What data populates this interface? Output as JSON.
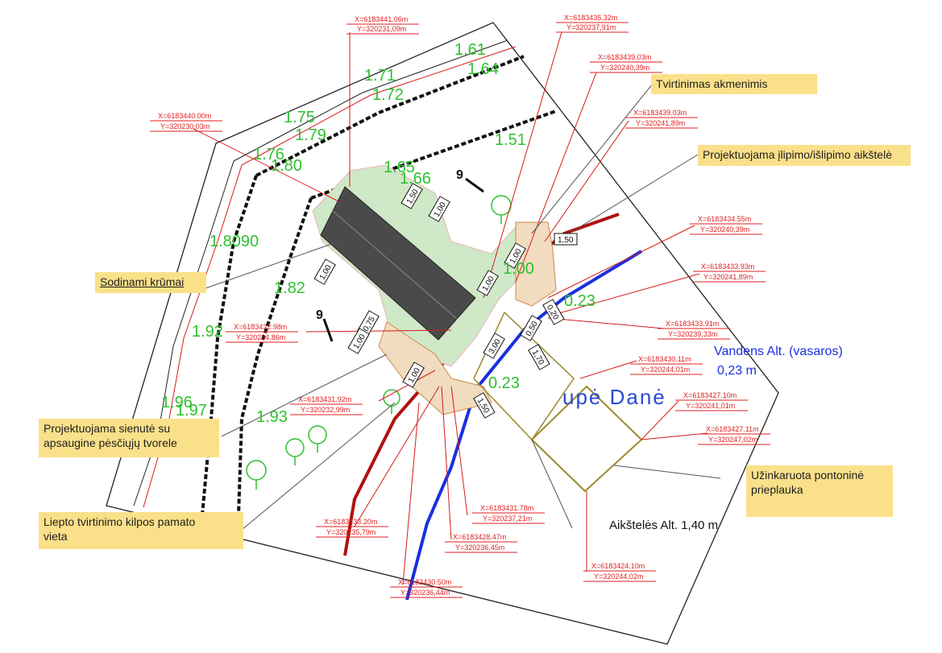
{
  "callouts": {
    "tvirtinimas": "Tvirtinimas akmenimis",
    "aikstele": "Projektuojama įlipimo/išlipimo aikštelė",
    "sodinami": "Sodinami krūmai",
    "sienute_line1": "Projektuojama sienutė su",
    "sienute_line2": "apsaugine pėsčiųjų tvorele",
    "liepto_line1": "Liepto tvirtinimo kilpos pamato",
    "liepto_line2": "vieta",
    "uzinkaruota_line1": "Užinkaruota pontoninė",
    "uzinkaruota_line2": "prieplauka"
  },
  "labels": {
    "vandens_title": "Vandens Alt. (vasaros)",
    "vandens_value": "0,23 m",
    "aiksteles_alt": "Aikštelės Alt. 1,40 m",
    "river_name": "upė Danė"
  },
  "coordinates": [
    {
      "x": "X=6183441.06m",
      "y": "Y=320231,09m"
    },
    {
      "x": "X=6183435.32m",
      "y": "Y=320237,91m"
    },
    {
      "x": "X=6183439.03m",
      "y": "Y=320240,39m"
    },
    {
      "x": "X=6183440.00m",
      "y": "Y=320230,03m"
    },
    {
      "x": "X=6183439.03m",
      "y": "Y=320241,89m"
    },
    {
      "x": "X=6183434.55m",
      "y": "Y=320240,39m"
    },
    {
      "x": "X=6183433.93m",
      "y": "Y=320241,89m"
    },
    {
      "x": "X=6183432.98m",
      "y": "Y=320234,86m"
    },
    {
      "x": "X=6183433.91m",
      "y": "Y=320239,33m"
    },
    {
      "x": "X=6183430.11m",
      "y": "Y=320244,01m"
    },
    {
      "x": "X=6183431.92m",
      "y": "Y=320232,99m"
    },
    {
      "x": "X=6183427.10m",
      "y": "Y=320241,01m"
    },
    {
      "x": "X=6183427.11m",
      "y": "Y=320247,02m"
    },
    {
      "x": "X=6183431.78m",
      "y": "Y=320237,21m"
    },
    {
      "x": "X=6183433.20m",
      "y": "Y=320235,79m"
    },
    {
      "x": "X=6183428.47m",
      "y": "Y=320236,45m"
    },
    {
      "x": "X=6183424.10m",
      "y": "Y=320244,02m"
    },
    {
      "x": "X=6183430.50m",
      "y": "Y=320236,44m"
    }
  ],
  "elevations": [
    "1.61",
    "1.64",
    "1.71",
    "1.72",
    "1.75",
    "1.79",
    "1.76",
    "1.80",
    "1.65",
    "1.66",
    "1.51",
    "1.8090",
    "1.82",
    "1.92",
    "1.96",
    "1.97",
    "1.93",
    "0.23",
    "0.23",
    "1.00"
  ],
  "dimensions": [
    "1,50",
    "1,00",
    "1,00",
    "0,75",
    "1,00",
    "1,00",
    "1,50",
    "1,00",
    "0,50",
    "3,00",
    "1,70",
    "1,50",
    "1,00",
    "0,20"
  ],
  "section_marks": [
    "9",
    "9"
  ],
  "colors": {
    "callout_fill": "#fbe08a",
    "elevation_green": "#2fc02f",
    "coord_red": "#e01f1f",
    "water_blue": "#1a2fe0",
    "road_red": "#b01010"
  }
}
